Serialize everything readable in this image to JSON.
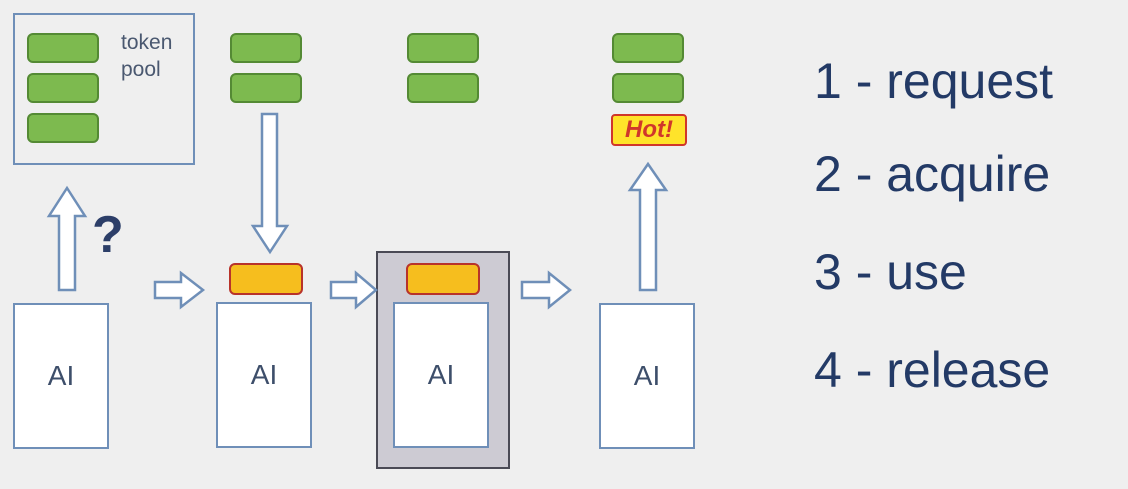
{
  "pool": {
    "label": "token\npool"
  },
  "agents": [
    {
      "label": "AI"
    },
    {
      "label": "AI"
    },
    {
      "label": "AI"
    },
    {
      "label": "AI"
    }
  ],
  "question_mark": "?",
  "hot_badge": "Hot!",
  "steps": [
    {
      "text": "1 - request"
    },
    {
      "text": "2 - acquire"
    },
    {
      "text": "3 - use"
    },
    {
      "text": "4 - release"
    }
  ],
  "colors": {
    "token": "#7dba4f",
    "held_token": "#f6be1e",
    "arrow": "#6f8fb8",
    "step_text": "#233a66"
  }
}
